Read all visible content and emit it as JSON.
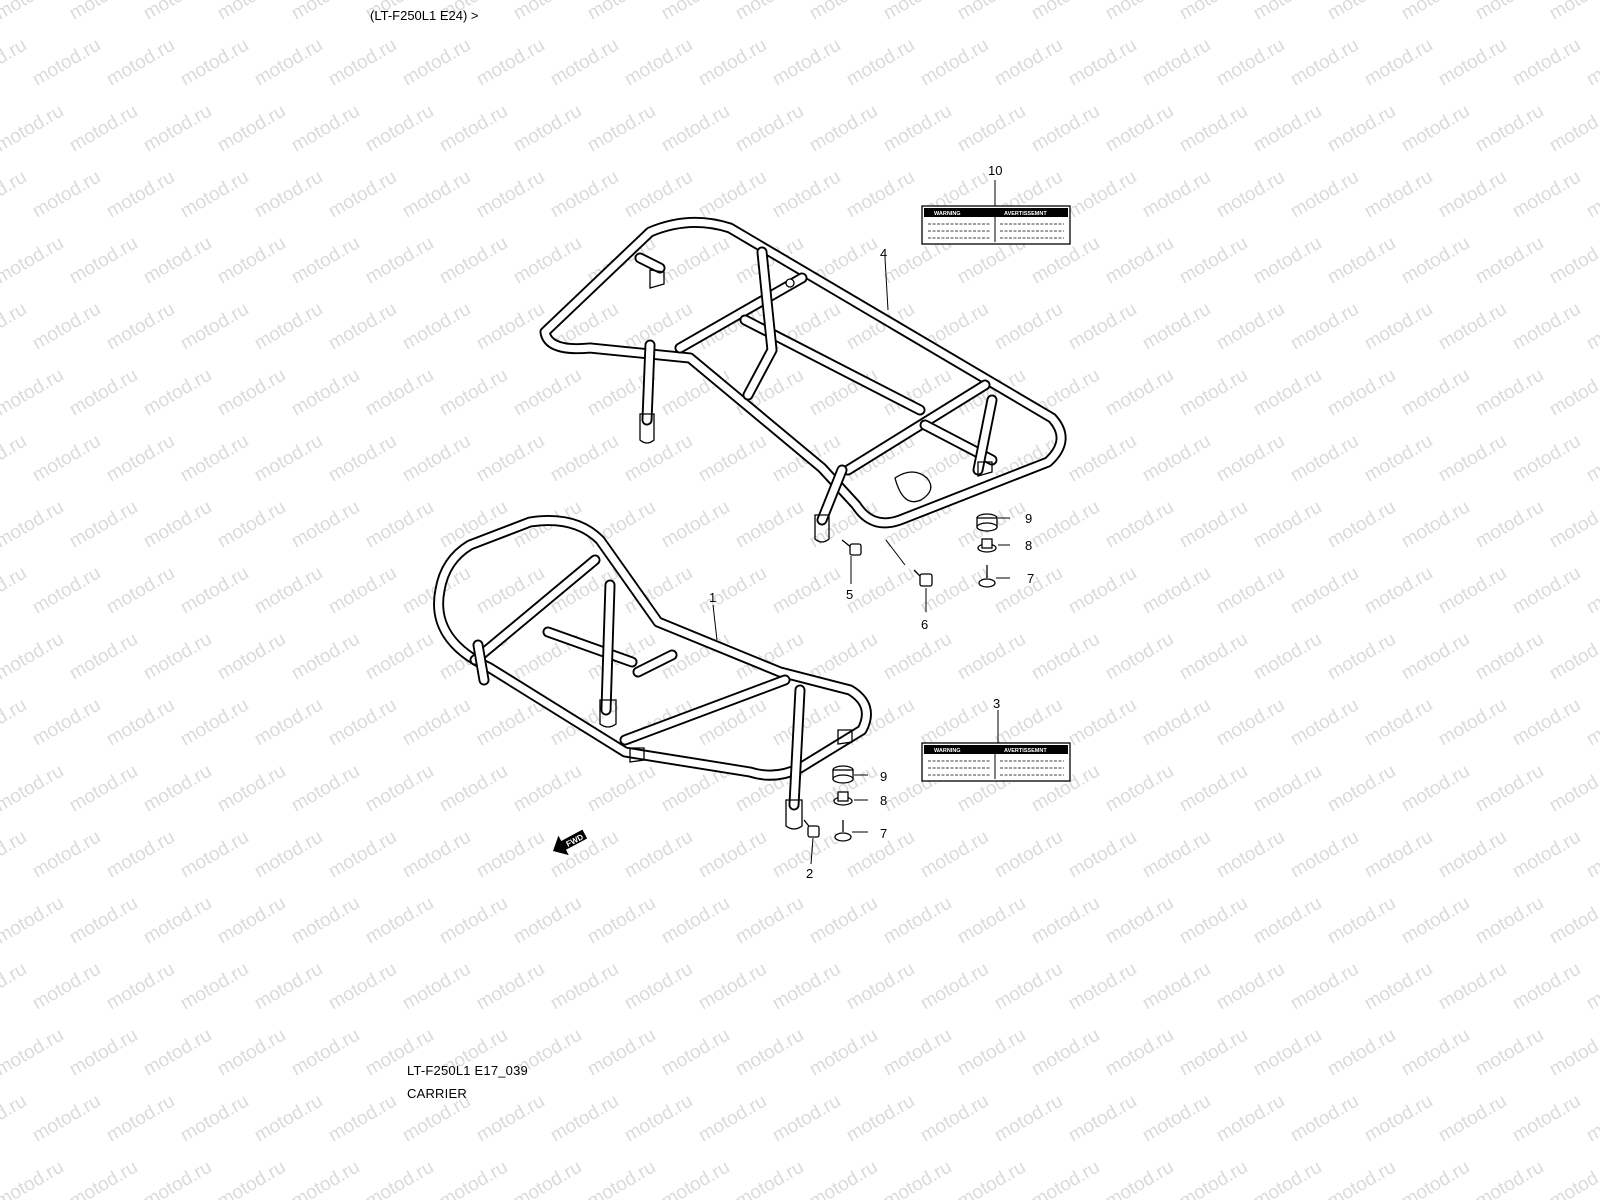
{
  "header": {
    "model_ref": "(LT-F250L1 E24) >"
  },
  "footer": {
    "figure_code": "LT-F250L1 E17_039",
    "figure_title": "CARRIER"
  },
  "watermark": {
    "text": "motod.ru"
  },
  "labels": {
    "warning": "WARNING",
    "avertissement": "AVERTISSEMNT",
    "fwd": "FWD"
  },
  "callouts": [
    {
      "id": "c1",
      "number": "1"
    },
    {
      "id": "c2",
      "number": "2"
    },
    {
      "id": "c3",
      "number": "3"
    },
    {
      "id": "c4",
      "number": "4"
    },
    {
      "id": "c5",
      "number": "5"
    },
    {
      "id": "c6",
      "number": "6"
    },
    {
      "id": "c7a",
      "number": "7"
    },
    {
      "id": "c8a",
      "number": "8"
    },
    {
      "id": "c9a",
      "number": "9"
    },
    {
      "id": "c7b",
      "number": "7"
    },
    {
      "id": "c8b",
      "number": "8"
    },
    {
      "id": "c9b",
      "number": "9"
    },
    {
      "id": "c10",
      "number": "10"
    }
  ],
  "colors": {
    "line": "#000000",
    "background": "#ffffff",
    "watermark": "#bdbdbd"
  }
}
